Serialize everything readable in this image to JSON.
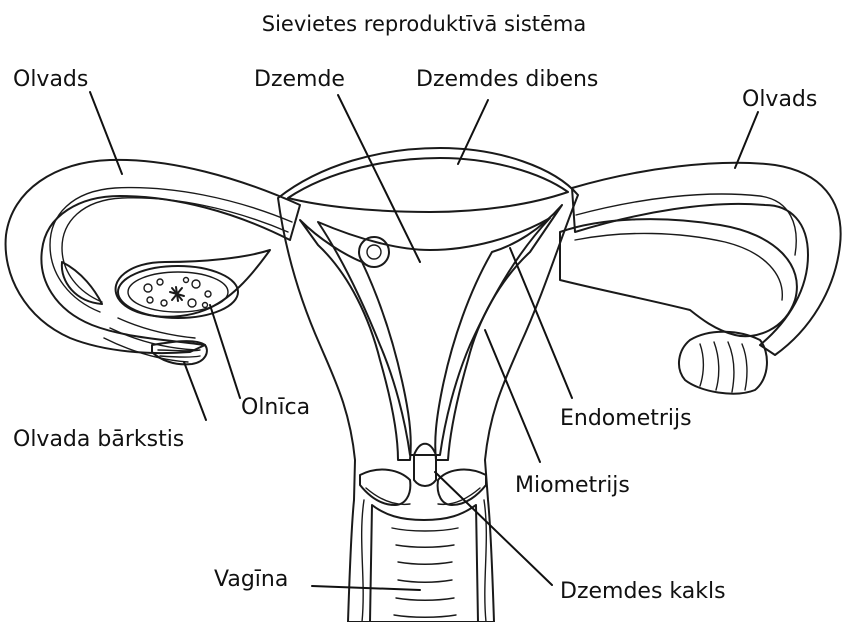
{
  "title": "Sievietes reproduktīvā sistēma",
  "labels": {
    "olvads_left": "Olvads",
    "dzemde": "Dzemde",
    "dzemdes_dibens": "Dzemdes dibens",
    "olvads_right": "Olvads",
    "olnica": "Olnīca",
    "olvada_barkstis": "Olvada bārkstis",
    "endometrijs": "Endometrijs",
    "miometrijs": "Miometrijs",
    "vagina": "Vagīna",
    "dzemdes_kakls": "Dzemdes kakls"
  },
  "colors": {
    "outline": "#1a1a1a",
    "myometrium_fill": "#ebebeb",
    "endometrium_fill": "#a9a9a9",
    "fundus_fill": "#c8c8c8",
    "cavity_fill": "#ffffff"
  }
}
